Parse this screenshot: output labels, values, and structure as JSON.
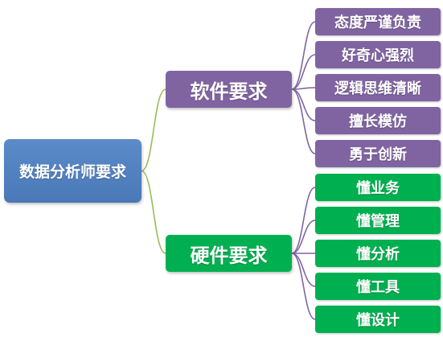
{
  "colors": {
    "root": "#4f7fbe",
    "soft": "#8064a2",
    "hard": "#00b050",
    "soft_connector": "#8064a2",
    "root_connector": "#9bbb59"
  },
  "root": {
    "label": "数据分析师要求"
  },
  "soft": {
    "label": "软件要求",
    "items": [
      "态度严谨负责",
      "好奇心强烈",
      "逻辑思维清晰",
      "擅长模仿",
      "勇于创新"
    ]
  },
  "hard": {
    "label": "硬件要求",
    "items": [
      "懂业务",
      "懂管理",
      "懂分析",
      "懂工具",
      "懂设计"
    ]
  }
}
